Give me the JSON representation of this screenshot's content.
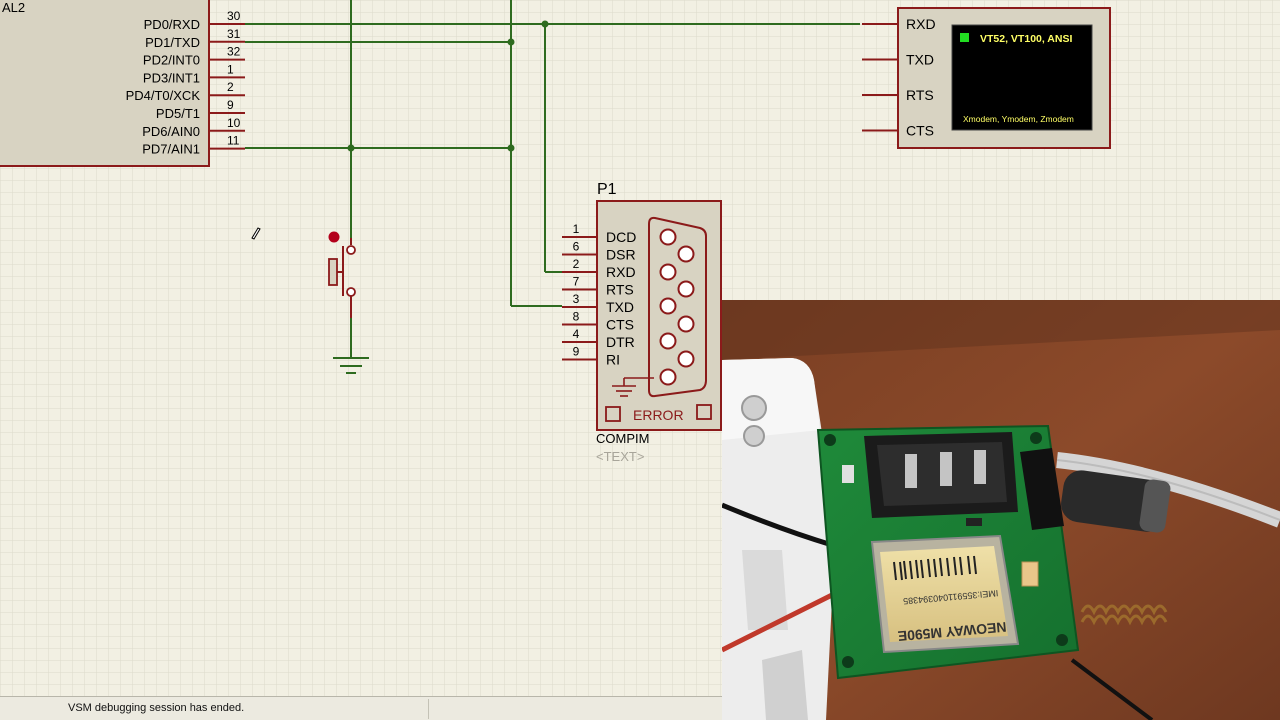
{
  "mcu": {
    "name_partial": "AL2",
    "pins": [
      {
        "label": "PD0/RXD",
        "num": "30"
      },
      {
        "label": "PD1/TXD",
        "num": "31"
      },
      {
        "label": "PD2/INT0",
        "num": "32"
      },
      {
        "label": "PD3/INT1",
        "num": "1"
      },
      {
        "label": "PD4/T0/XCK",
        "num": "2"
      },
      {
        "label": "PD5/T1",
        "num": "9"
      },
      {
        "label": "PD6/AIN0",
        "num": "10"
      },
      {
        "label": "PD7/AIN1",
        "num": "11"
      }
    ]
  },
  "terminal": {
    "pins": [
      "RXD",
      "TXD",
      "RTS",
      "CTS"
    ],
    "modes": "VT52, VT100, ANSI",
    "protocols": "Xmodem, Ymodem, Zmodem",
    "indicator_color": "#22dd22"
  },
  "compim": {
    "ref": "P1",
    "type": "COMPIM",
    "text_placeholder": "<TEXT>",
    "status": "ERROR",
    "pins": [
      {
        "num": "1",
        "label": "DCD"
      },
      {
        "num": "6",
        "label": "DSR"
      },
      {
        "num": "2",
        "label": "RXD"
      },
      {
        "num": "7",
        "label": "RTS"
      },
      {
        "num": "3",
        "label": "TXD"
      },
      {
        "num": "8",
        "label": "CTS"
      },
      {
        "num": "4",
        "label": "DTR"
      },
      {
        "num": "9",
        "label": "RI"
      }
    ]
  },
  "photo": {
    "module_text": "NEOWAY M590E",
    "imei_text": "IMEI:355911040394385"
  },
  "status_bar": {
    "message": "VSM debugging session has ended."
  },
  "colors": {
    "wire": "#2e6b1f",
    "component": "#8b1a1a",
    "body_fill": "#d8d3c2",
    "grid": "#dcdacb",
    "terminal_screen": "#000000",
    "terminal_text": "#ffff66"
  }
}
